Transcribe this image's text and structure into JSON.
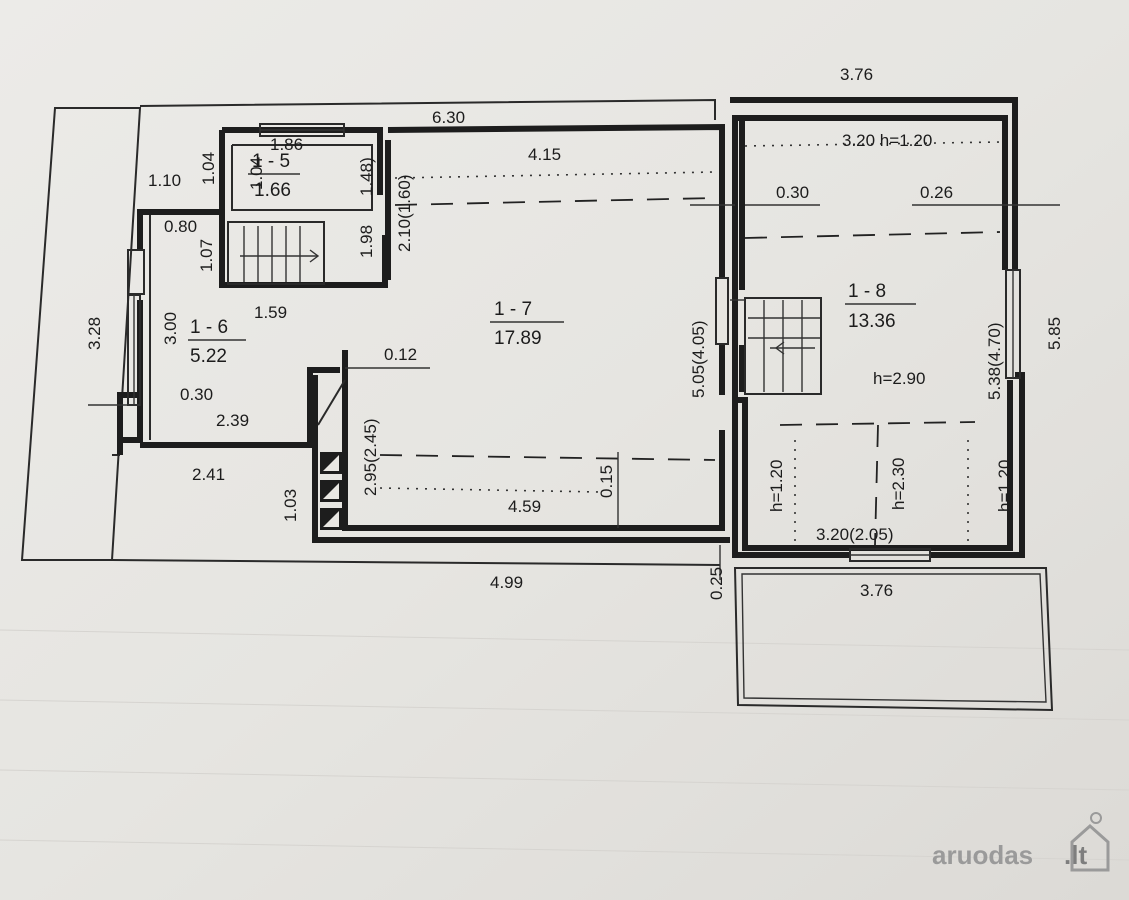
{
  "rooms": [
    {
      "id": "1 - 5",
      "area": "1.66"
    },
    {
      "id": "1 - 6",
      "area": "5.22"
    },
    {
      "id": "1 - 7",
      "area": "17.89"
    },
    {
      "id": "1 - 8",
      "area": "13.36"
    }
  ],
  "dimensions": {
    "top_3_76": "3.76",
    "d_6_30": "6.30",
    "d_1_86": "1.86",
    "d_1_04_a": "1.04",
    "d_1_04_b": "1.04",
    "d_1_48": "1.48)",
    "d_1_10": "1.10",
    "d_4_15": "4.15",
    "d_3_20_h": "3.20 h=1.20",
    "d_0_30_right": "0.30",
    "d_0_26": "0.26",
    "d_1_98": "1.98",
    "d_2_10": "2.10(1.60)",
    "d_0_80": "0.80",
    "d_1_07": "1.07",
    "d_3_28": "3.28",
    "d_3_00": "3.00",
    "d_1_59": "1.59",
    "d_0_12": "0.12",
    "d_0_30_left": "0.30",
    "d_2_39": "2.39",
    "d_2_41": "2.41",
    "d_2_95": "2.95(2.45)",
    "d_1_03": "1.03",
    "d_0_15": "0.15",
    "d_4_59": "4.59",
    "d_5_05": "5.05(4.05)",
    "d_h_2_90": "h=2.90",
    "d_5_38": "5.38(4.70)",
    "d_5_85": "5.85",
    "d_h_1_20_l": "h=1.20",
    "d_h_2_30": "h=2.30",
    "d_h_1_20_r": "h=1.20",
    "d_3_20_2_05": "3.20(2.05)",
    "d_4_99": "4.99",
    "d_0_25": "0.25",
    "d_3_76_bottom": "3.76"
  },
  "watermark": {
    "brand": "aruodas",
    "tld": ".lt"
  }
}
